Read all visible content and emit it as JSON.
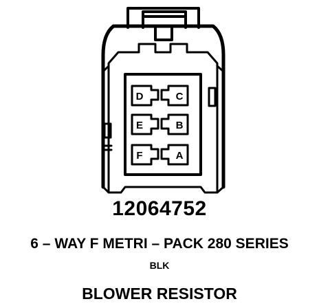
{
  "connector": {
    "part_number": "12064752",
    "description": "6 – WAY F METRI – PACK 280 SERIES",
    "color": "BLK",
    "component": "BLOWER RESISTOR",
    "pins": [
      "D",
      "C",
      "E",
      "B",
      "F",
      "A"
    ]
  }
}
